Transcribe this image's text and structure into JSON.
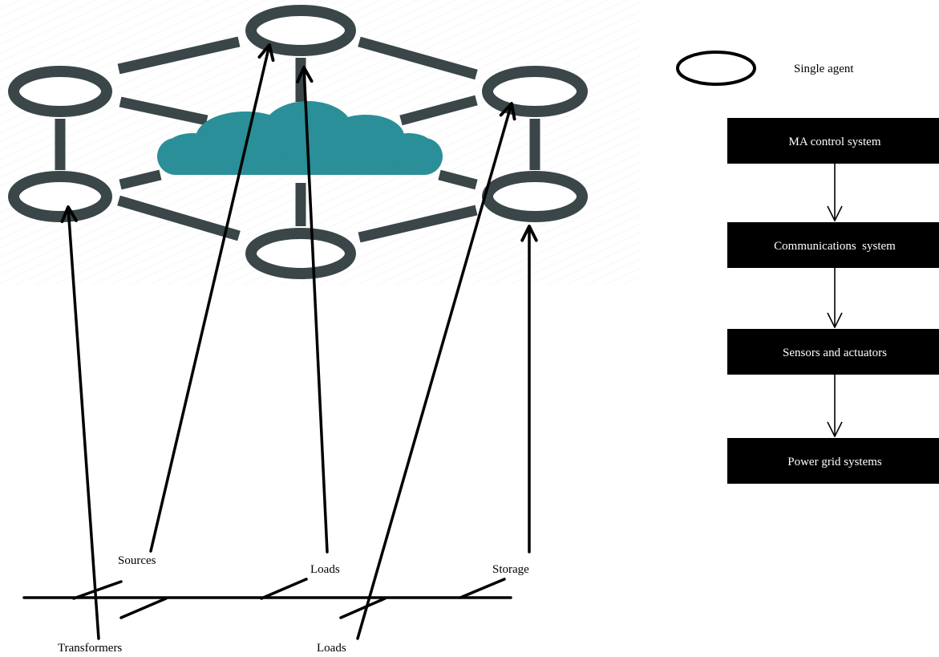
{
  "legend": {
    "label": "Single agent"
  },
  "flow": {
    "steps": [
      "MA control system",
      "Communications  system",
      "Sensors and actuators",
      "Power grid systems"
    ]
  },
  "labels": {
    "sources": "Sources",
    "loads_top": "Loads",
    "storage": "Storage",
    "transformers": "Transformers",
    "loads_bottom": "Loads"
  },
  "colors": {
    "agent_ring": "#3a4648",
    "cloud": "#2a8f98",
    "line": "#000000",
    "box_fill": "#000000",
    "box_text": "#ffffff",
    "background_hatch": "#f0f0f0"
  },
  "icons": {
    "cloud": "cloud-icon",
    "agent": "agent-ring-icon"
  }
}
